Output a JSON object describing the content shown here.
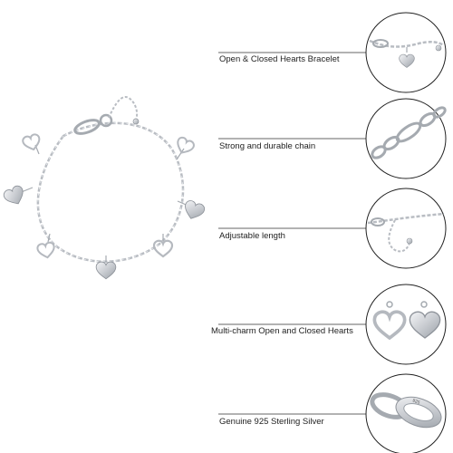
{
  "features": [
    {
      "label": "Open & Closed Hearts Bracelet",
      "icon": "bracelet-clasp-detail"
    },
    {
      "label": "Strong and durable chain",
      "icon": "figaro-chain-detail"
    },
    {
      "label": "Adjustable length",
      "icon": "extender-chain-detail"
    },
    {
      "label": "Multi-charm Open and Closed Hearts",
      "icon": "heart-charms-detail"
    },
    {
      "label": "Genuine 925 Sterling Silver",
      "icon": "925-stamp-detail"
    }
  ],
  "stamp_text": "925",
  "colors": {
    "background": "#ffffff",
    "silver": "#c9ccd1",
    "silver_dark": "#8e939a",
    "circle": "#222222"
  }
}
